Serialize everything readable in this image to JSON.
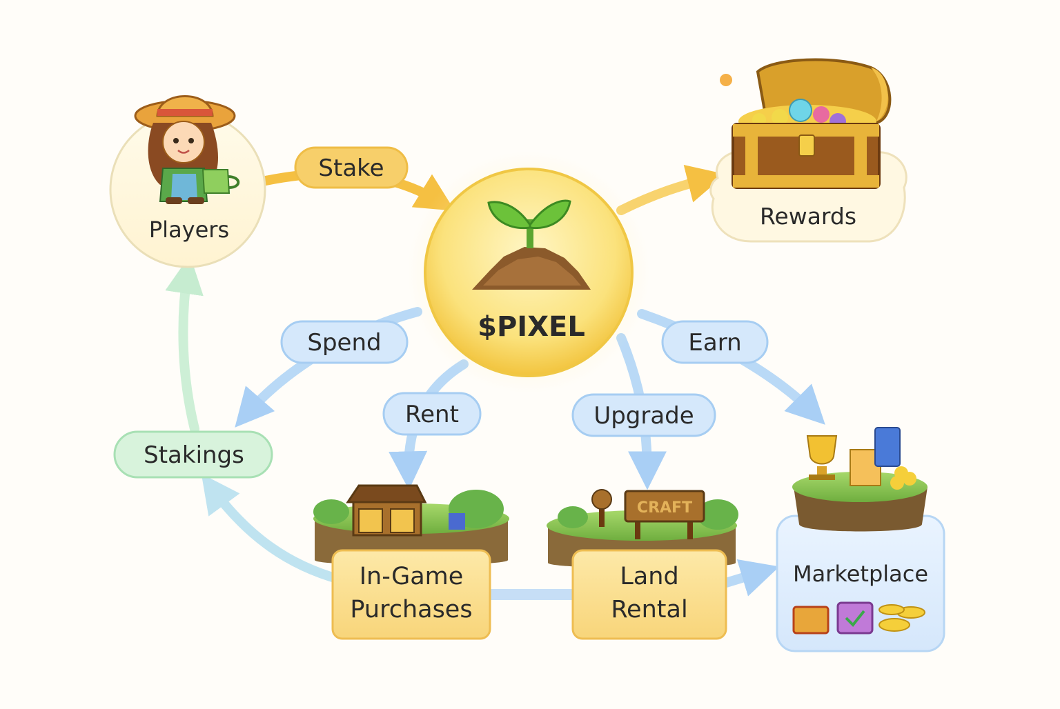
{
  "center": {
    "label": "$PIXEL"
  },
  "nodes": {
    "players": "Players",
    "rewards": "Rewards",
    "stakings": "Stakings",
    "in_game_purchases": [
      "In-Game",
      "Purchases"
    ],
    "land_rental": [
      "Land",
      "Rental"
    ],
    "marketplace": "Marketplace"
  },
  "edges": {
    "stake": "Stake",
    "spend": "Spend",
    "rent": "Rent",
    "upgrade": "Upgrade",
    "earn": "Earn"
  },
  "signs": {
    "craft_sign": "CRAFT"
  },
  "colors": {
    "gold_pill": "#f7cf6a",
    "blue_pill": "#d5e8fb",
    "green_pill": "#d8f3dc",
    "center_fill": "#fbe17a",
    "text": "#2a2a2a"
  }
}
